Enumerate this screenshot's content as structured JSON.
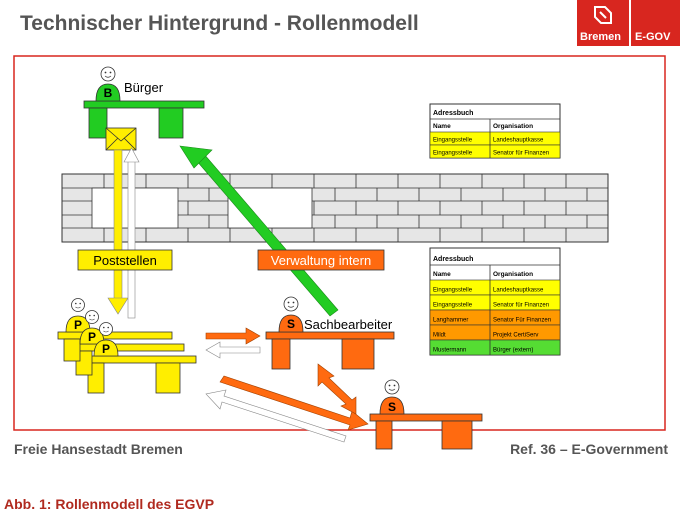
{
  "title": "Technischer Hintergrund - Rollenmodell",
  "logo": {
    "left_text": "Bremen",
    "right_text": "E-GOV"
  },
  "footer": {
    "left": "Freie Hansestadt Bremen",
    "right": "Ref. 36 – E-Government"
  },
  "caption": "Abb. 1: Rollenmodell des EGVP",
  "roles": {
    "buerger": {
      "letter": "B",
      "label": "Bürger"
    },
    "post": {
      "letter": "P"
    },
    "sachbearbeiter": {
      "letter": "S",
      "label": "Sachbearbeiter"
    },
    "sachbearbeiter2": {
      "letter": "S"
    }
  },
  "labels": {
    "poststellen": "Poststellen",
    "verwaltung_intern": "Verwaltung intern"
  },
  "adressbuch_top": {
    "title": "Adressbuch",
    "headers": [
      "Name",
      "Organisation"
    ],
    "rows": [
      {
        "name": "Eingangsstelle",
        "org": "Landeshauptkasse",
        "color": "#ffff00"
      },
      {
        "name": "Eingangsstelle",
        "org": "Senator für Finanzen",
        "color": "#ffff00"
      }
    ]
  },
  "adressbuch_bottom": {
    "title": "Adressbuch",
    "headers": [
      "Name",
      "Organisation"
    ],
    "rows": [
      {
        "name": "Eingangsstelle",
        "org": "Landeshauptkasse",
        "color": "#ffff00"
      },
      {
        "name": "Eingangsstelle",
        "org": "Senator für Finanzen",
        "color": "#ffff00"
      },
      {
        "name": "Langhammer",
        "org": "Senator Für Finanzen",
        "color": "#ff9900"
      },
      {
        "name": "Mildt",
        "org": "Projekt CertiServ",
        "color": "#ff9900"
      },
      {
        "name": "Mustermann",
        "org": "Bürger (extern)",
        "color": "#55dd33"
      }
    ]
  },
  "colors": {
    "frame": "#d8261f",
    "green": "#22cc22",
    "yellow": "#ffee00",
    "orange": "#ff6a10",
    "wall": "#e6e6e6",
    "brand_red": "#d8261f"
  }
}
